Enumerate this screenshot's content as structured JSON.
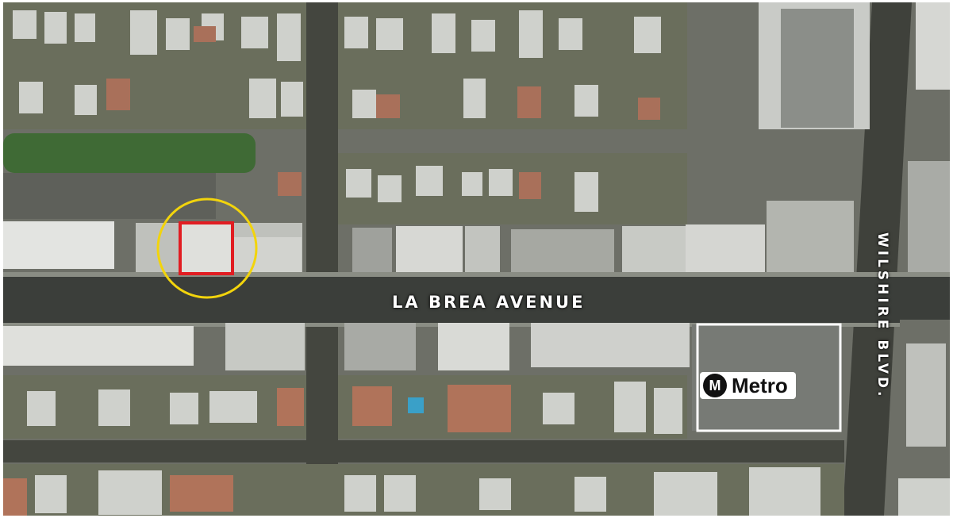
{
  "map": {
    "streets": {
      "la_brea": "LA BREA AVENUE",
      "wilshire": "WILSHIRE BLVD."
    },
    "metro": {
      "logo_letter": "M",
      "label": "Metro"
    },
    "colors": {
      "road": "#3b3e3a",
      "sidewalk": "#8a8d84",
      "roof_light": "#d9dbd6",
      "roof_terracotta": "#b0735a",
      "tree": "#3f6a35",
      "subject_outline": "#e11d22",
      "highlight_circle": "#f2d40c",
      "metro_outline": "#ffffff"
    }
  }
}
